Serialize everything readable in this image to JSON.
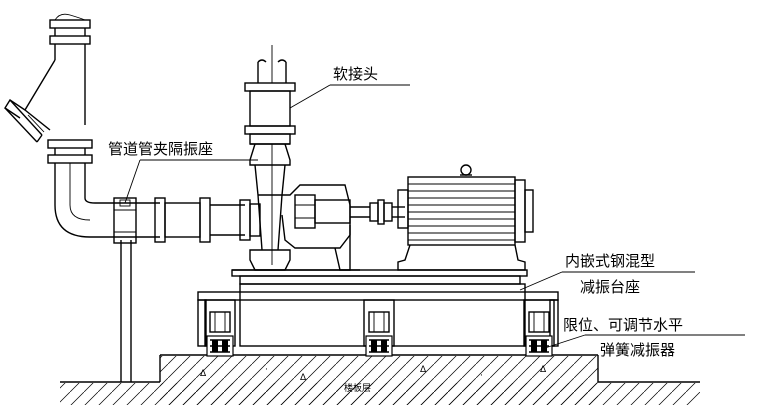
{
  "labels": {
    "soft_joint": "软接头",
    "pipe_clamp": "管道管夹隔振座",
    "base_line1": "内嵌式钢混型",
    "base_line2": "减振台座",
    "spring_line1": "限位、可调节水平",
    "spring_line2": "弹簧减振器",
    "floor_text": "楼板层"
  }
}
